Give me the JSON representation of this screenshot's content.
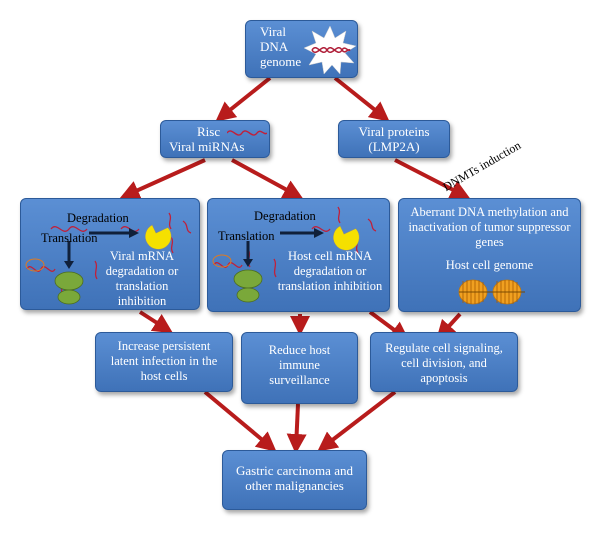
{
  "nodes": {
    "viral_genome": {
      "line1": "Viral",
      "line2": "DNA",
      "line3": "genome"
    },
    "viral_mirnas": {
      "line1": "Risc",
      "line2": "Viral miRNAs"
    },
    "viral_proteins": {
      "line1": "Viral proteins",
      "line2": "(LMP2A)"
    },
    "viral_mrna": {
      "degradation": "Degradation",
      "translation": "Translation",
      "line1": "Viral mRNA",
      "line2": "degradation or",
      "line3": "translation",
      "line4": "inhibition"
    },
    "host_mrna": {
      "degradation": "Degradation",
      "translation": "Translation",
      "line1": "Host cell mRNA",
      "line2": "degradation or",
      "line3": "translation inhibition"
    },
    "aberrant": {
      "line1": "Aberrant DNA methylation and",
      "line2": "inactivation of tumor suppressor",
      "line3": "genes",
      "genome": "Host cell genome"
    },
    "latent": {
      "line1": "Increase persistent",
      "line2": "latent infection in the",
      "line3": "host cells"
    },
    "immune": {
      "line1": "Reduce host",
      "line2": "immune",
      "line3": "surveillance"
    },
    "signaling": {
      "line1": "Regulate cell signaling,",
      "line2": "cell division, and",
      "line3": "apoptosis"
    },
    "gastric": {
      "line1": "Gastric carcinoma and",
      "line2": "other malignancies"
    }
  },
  "annotation": {
    "line1": "DNMTs",
    "line2": "induction"
  },
  "colors": {
    "box": "#4a7fc6",
    "arrow": "#b81c1c",
    "rna": "#c0203a",
    "enzyme": "#f5e000",
    "ribosome": "#7aa83a",
    "dna": "#f0a020"
  }
}
